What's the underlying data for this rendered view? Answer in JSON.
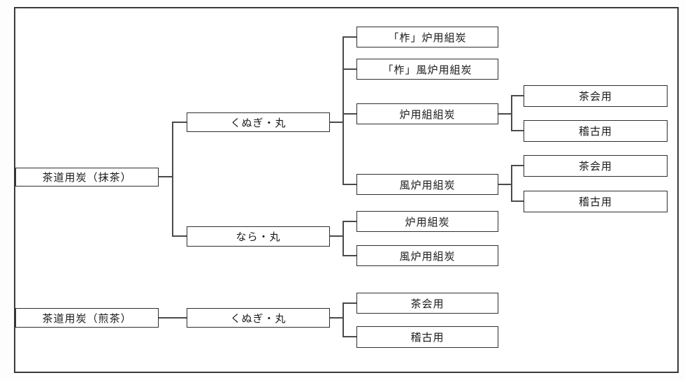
{
  "diagram": {
    "type": "tree",
    "direction": "left-to-right",
    "colors": {
      "line": "#4a4a4a",
      "box_border": "#2e2e2e",
      "box_background": "#ffffff",
      "text": "#1a1a1a",
      "frame_border": "#3a3a3a"
    },
    "trees": [
      {
        "label": "茶道用炭（抹茶）",
        "children": [
          {
            "label": "くぬぎ・丸",
            "children": [
              {
                "label": "「柞」炉用組炭",
                "children": []
              },
              {
                "label": "「柞」風炉用組炭",
                "children": []
              },
              {
                "label": "炉用組組炭",
                "children": [
                  {
                    "label": "茶会用",
                    "children": []
                  },
                  {
                    "label": "稽古用",
                    "children": []
                  }
                ]
              },
              {
                "label": "風炉用組炭",
                "children": [
                  {
                    "label": "茶会用",
                    "children": []
                  },
                  {
                    "label": "稽古用",
                    "children": []
                  }
                ]
              }
            ]
          },
          {
            "label": "なら・丸",
            "children": [
              {
                "label": "炉用組炭",
                "children": []
              },
              {
                "label": "風炉用組炭",
                "children": []
              }
            ]
          }
        ]
      },
      {
        "label": "茶道用炭（煎茶）",
        "children": [
          {
            "label": "くぬぎ・丸",
            "children": [
              {
                "label": "茶会用",
                "children": []
              },
              {
                "label": "稽古用",
                "children": []
              }
            ]
          }
        ]
      }
    ]
  }
}
